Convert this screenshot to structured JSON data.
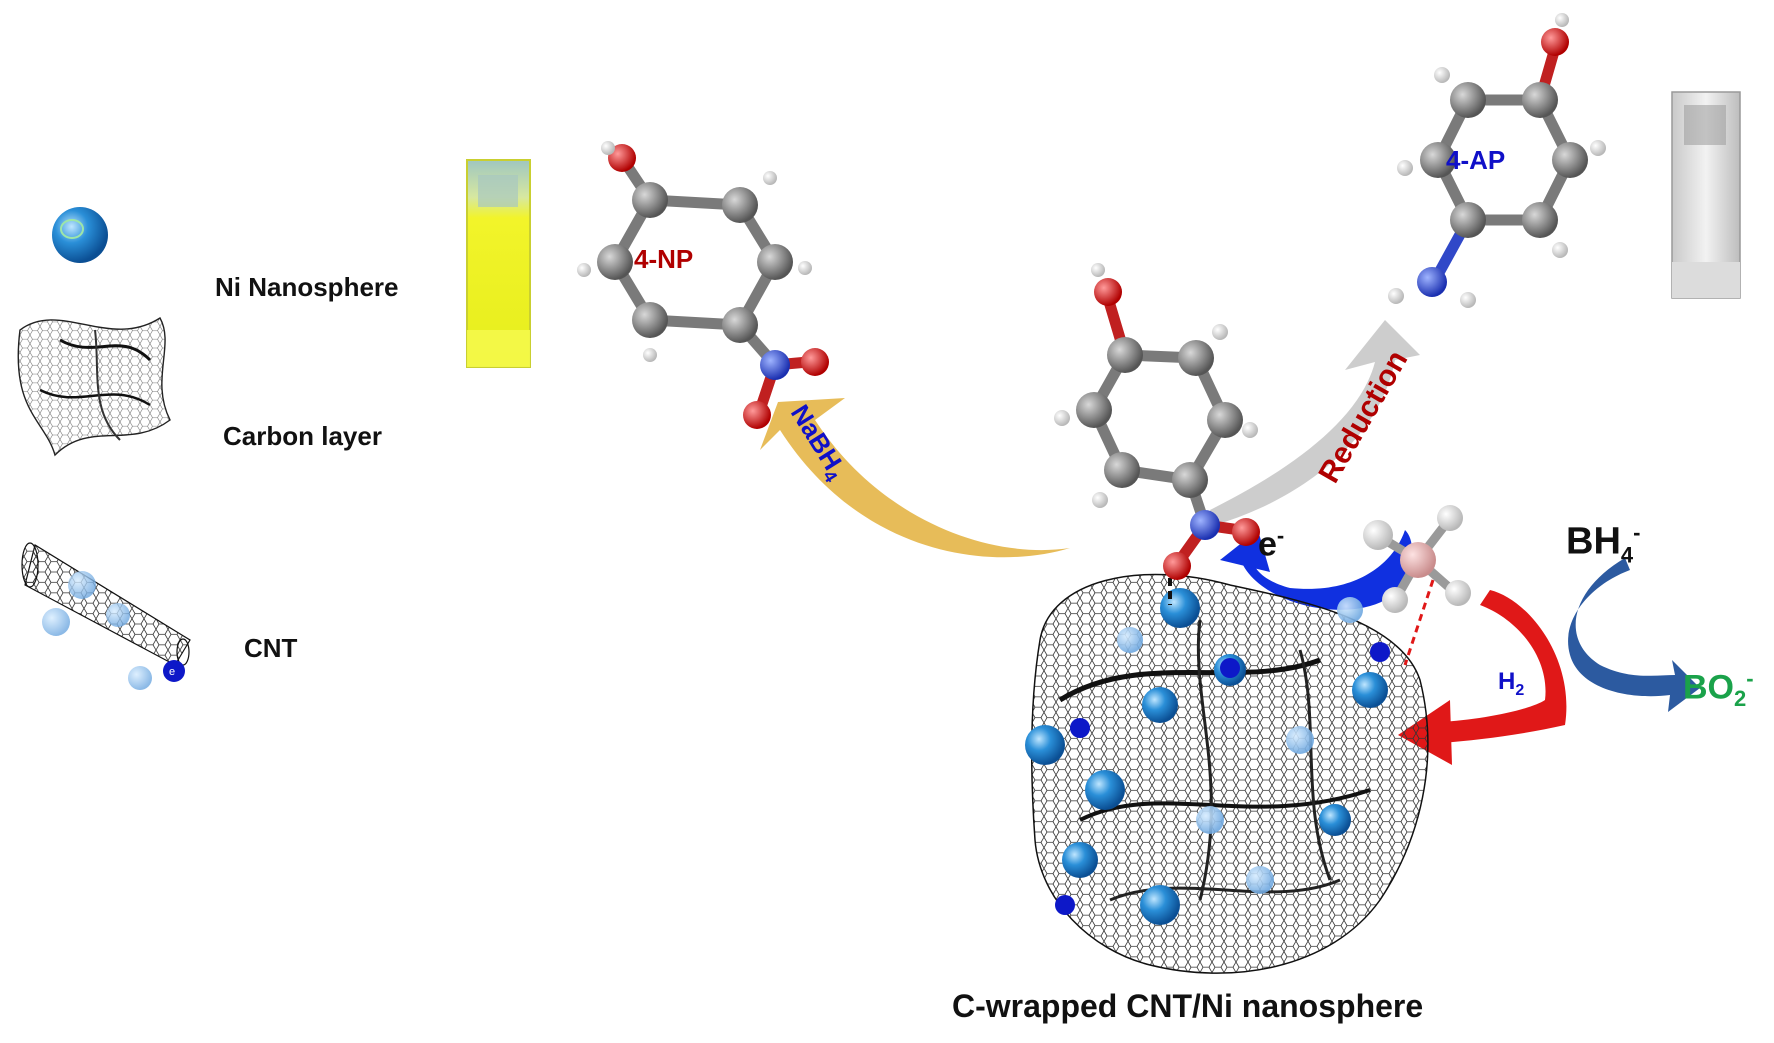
{
  "legend": {
    "ni_label": "Ni Nanosphere",
    "carbon_label": "Carbon layer",
    "cnt_label": "CNT"
  },
  "molecules": {
    "np_label": "4-NP",
    "ap_label": "4-AP"
  },
  "arrows": {
    "nabh4_label": "NaBH",
    "nabh4_sub": "4",
    "reduction_label": "Reduction",
    "electron_label": "e",
    "electron_sup": "-",
    "h2_label": "H",
    "h2_sub": "2",
    "bh4_label": "BH",
    "bh4_sub": "4",
    "bh4_sup": "-",
    "bo2_label": "BO",
    "bo2_sub": "2",
    "bo2_sup": "-"
  },
  "electron_symbol": "e",
  "caption": "C-wrapped CNT/Ni nanosphere",
  "colors": {
    "nanosphere_blue": "#2a8fd8",
    "electron_blue": "#1010c8",
    "label_red": "#b00000",
    "bo2_green": "#1aa24a",
    "arrow_gold": "#e6b850",
    "arrow_gray": "#c8c8c8",
    "arrow_red": "#e01818",
    "arrow_navy": "#2c5aa0",
    "cuvette_yellow": "#e8ee20"
  },
  "icons": [
    "ni-nanosphere-icon",
    "carbon-layer-icon",
    "cnt-icon",
    "cuvette-yellow-icon",
    "cuvette-clear-icon",
    "molecule-4np-icon",
    "molecule-4ap-icon",
    "molecule-adsorbed-icon",
    "borohydride-icon",
    "composite-icon"
  ]
}
